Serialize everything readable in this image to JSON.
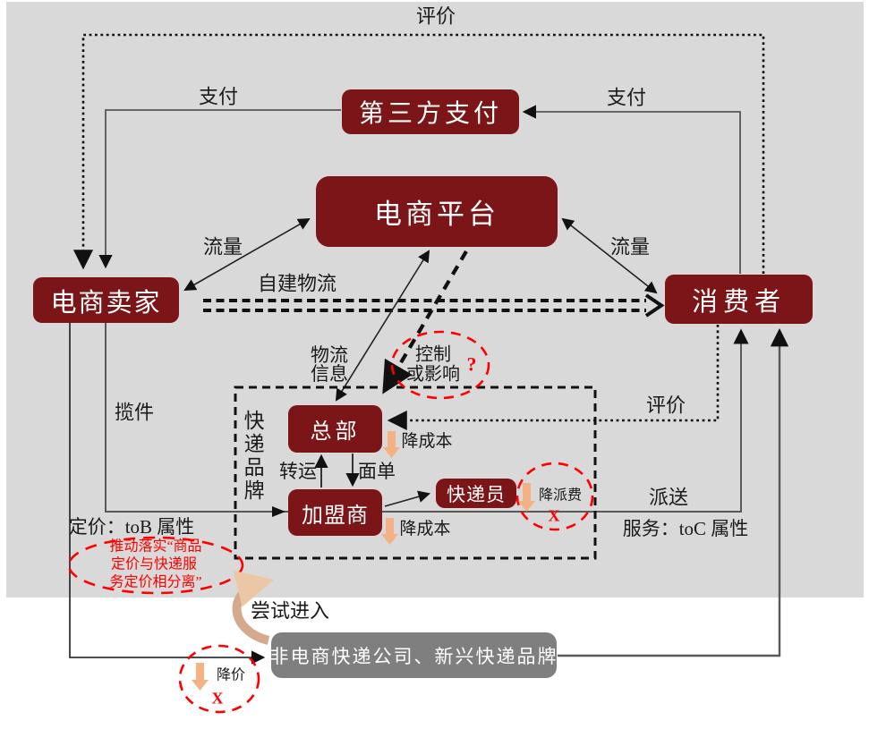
{
  "nodes": {
    "third_party_payment": "第三方支付",
    "ecommerce_platform": "电商平台",
    "ecommerce_seller": "电商卖家",
    "consumer": "消费者",
    "headquarters": "总部",
    "franchisee": "加盟商",
    "courier": "快递员",
    "brand_group_vertical": "快递品牌",
    "non_ecommerce_companies": "非电商快递公司、新兴快递品牌"
  },
  "edge_labels": {
    "evaluation_top": "评价",
    "payment_left": "支付",
    "payment_right": "支付",
    "traffic_left": "流量",
    "traffic_right": "流量",
    "self_logistics": "自建物流",
    "logistics_info_line1": "物流",
    "logistics_info_line2": "信息",
    "control_line1": "控制",
    "control_line2": "或影响",
    "question_mark": "?",
    "evaluation_right": "评价",
    "pickup": "揽件",
    "pricing_tob": "定价：toB 属性",
    "service_toc": "服务：toC 属性",
    "delivery": "派送",
    "transfer": "转运",
    "waybill": "面单",
    "cost_down_hq": "降成本",
    "cost_down_franchisee": "降成本",
    "delivery_fee_down": "降派费",
    "x_mark_fee": "X",
    "price_down": "降价",
    "x_mark_price": "X",
    "try_enter": "尝试进入",
    "policy_line1": "推动落实“商品",
    "policy_line2": "定价与快递服",
    "policy_line3": "务定价相分离”"
  },
  "colors": {
    "node_maroon": "#7b1517",
    "gray_node": "#7f7f7f",
    "background_gray": "#d9d9d9",
    "orange_arrow": "#f4b183",
    "highlight_red": "#ff0000",
    "line_dark": "#3a3a3a",
    "curved_arrow_tan": "#d4a98c"
  }
}
